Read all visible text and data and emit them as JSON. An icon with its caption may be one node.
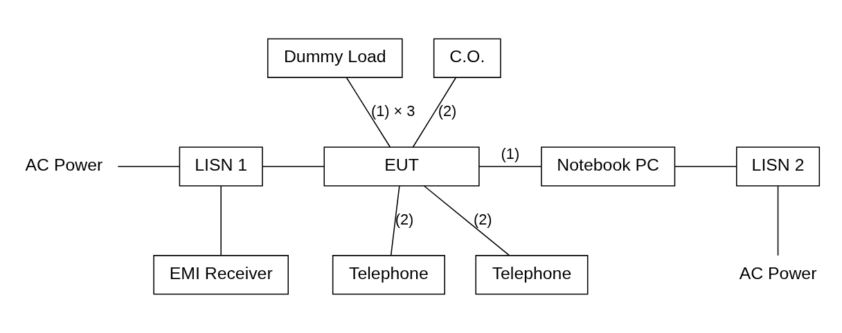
{
  "diagram": {
    "nodes": [
      {
        "text": [
          "Dummy Load"
        ]
      },
      {
        "text": [
          "C.O."
        ]
      },
      {
        "text": [
          "AC Power"
        ]
      },
      {
        "text": [
          "LISN 1"
        ]
      },
      {
        "text": [
          "EUT"
        ]
      },
      {
        "text": [
          "Notebook PC"
        ]
      },
      {
        "text": [
          "LISN 2"
        ]
      },
      {
        "text": [
          "EMI Receiver"
        ]
      },
      {
        "text": [
          "Telephone"
        ]
      },
      {
        "text": [
          "Telephone"
        ]
      },
      {
        "text": [
          "AC Power"
        ]
      }
    ],
    "edges": [
      {
        "from": 0,
        "to": 4,
        "arrow": "none",
        "label": "(1) × 3"
      },
      {
        "from": 1,
        "to": 4,
        "arrow": "none",
        "label": "(2)"
      },
      {
        "from": 2,
        "to": 3,
        "arrow": "none"
      },
      {
        "from": 3,
        "to": 4,
        "arrow": "none"
      },
      {
        "from": 4,
        "to": 5,
        "arrow": "none",
        "label": "(1)"
      },
      {
        "from": 5,
        "to": 6,
        "arrow": "none"
      },
      {
        "from": 3,
        "to": 7,
        "arrow": "none"
      },
      {
        "from": 4,
        "to": 8,
        "arrow": "none",
        "label": "(2)"
      },
      {
        "from": 4,
        "to": 9,
        "arrow": "none",
        "label": "(2)"
      },
      {
        "from": 6,
        "to": 10,
        "arrow": "none"
      }
    ]
  }
}
